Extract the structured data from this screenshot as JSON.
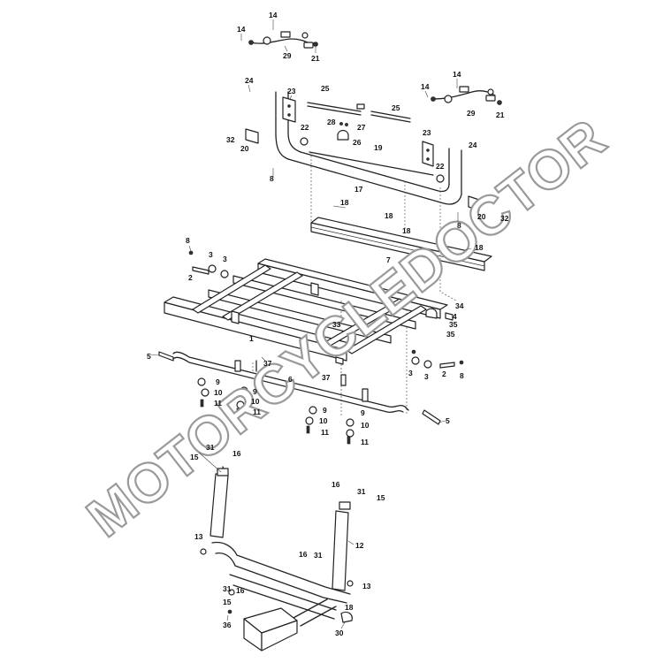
{
  "watermark": {
    "text": "MOTORCYCLEDOCTOR"
  },
  "callouts": [
    {
      "id": "c1",
      "label": "14"
    },
    {
      "id": "c2",
      "label": "14"
    },
    {
      "id": "c3",
      "label": "29"
    },
    {
      "id": "c4",
      "label": "21"
    },
    {
      "id": "c5",
      "label": "14"
    },
    {
      "id": "c6",
      "label": "14"
    },
    {
      "id": "c7",
      "label": "29"
    },
    {
      "id": "c8",
      "label": "21"
    },
    {
      "id": "c9",
      "label": "24"
    },
    {
      "id": "c10",
      "label": "23"
    },
    {
      "id": "c11",
      "label": "25"
    },
    {
      "id": "c12",
      "label": "25"
    },
    {
      "id": "c13",
      "label": "28"
    },
    {
      "id": "c14",
      "label": "27"
    },
    {
      "id": "c15",
      "label": "22"
    },
    {
      "id": "c16",
      "label": "26"
    },
    {
      "id": "c17",
      "label": "23"
    },
    {
      "id": "c18",
      "label": "24"
    },
    {
      "id": "c19",
      "label": "32"
    },
    {
      "id": "c20",
      "label": "20"
    },
    {
      "id": "c21",
      "label": "19"
    },
    {
      "id": "c22",
      "label": "22"
    },
    {
      "id": "c23",
      "label": "8"
    },
    {
      "id": "c24",
      "label": "17"
    },
    {
      "id": "c25",
      "label": "20"
    },
    {
      "id": "c26",
      "label": "32"
    },
    {
      "id": "c27",
      "label": "8"
    },
    {
      "id": "c28",
      "label": "18"
    },
    {
      "id": "c29",
      "label": "18"
    },
    {
      "id": "c30",
      "label": "18"
    },
    {
      "id": "c31",
      "label": "18"
    },
    {
      "id": "c32",
      "label": "7"
    },
    {
      "id": "c33",
      "label": "8"
    },
    {
      "id": "c34",
      "label": "3"
    },
    {
      "id": "c35",
      "label": "3"
    },
    {
      "id": "c36",
      "label": "2"
    },
    {
      "id": "c37",
      "label": "34"
    },
    {
      "id": "c38",
      "label": "4"
    },
    {
      "id": "c39",
      "label": "35"
    },
    {
      "id": "c40",
      "label": "35"
    },
    {
      "id": "c41",
      "label": "33"
    },
    {
      "id": "c42",
      "label": "1"
    },
    {
      "id": "c43",
      "label": "5"
    },
    {
      "id": "c44",
      "label": "37"
    },
    {
      "id": "c45",
      "label": "3"
    },
    {
      "id": "c46",
      "label": "3"
    },
    {
      "id": "c47",
      "label": "2"
    },
    {
      "id": "c48",
      "label": "8"
    },
    {
      "id": "c49",
      "label": "6"
    },
    {
      "id": "c50",
      "label": "37"
    },
    {
      "id": "c51",
      "label": "9"
    },
    {
      "id": "c52",
      "label": "10"
    },
    {
      "id": "c53",
      "label": "11"
    },
    {
      "id": "c54",
      "label": "9"
    },
    {
      "id": "c55",
      "label": "10"
    },
    {
      "id": "c56",
      "label": "11"
    },
    {
      "id": "c57",
      "label": "9"
    },
    {
      "id": "c58",
      "label": "10"
    },
    {
      "id": "c59",
      "label": "11"
    },
    {
      "id": "c60",
      "label": "9"
    },
    {
      "id": "c61",
      "label": "10"
    },
    {
      "id": "c62",
      "label": "11"
    },
    {
      "id": "c63",
      "label": "5"
    },
    {
      "id": "c64",
      "label": "15"
    },
    {
      "id": "c65",
      "label": "31"
    },
    {
      "id": "c66",
      "label": "16"
    },
    {
      "id": "c67",
      "label": "16"
    },
    {
      "id": "c68",
      "label": "31"
    },
    {
      "id": "c69",
      "label": "15"
    },
    {
      "id": "c70",
      "label": "13"
    },
    {
      "id": "c71",
      "label": "12"
    },
    {
      "id": "c72",
      "label": "16"
    },
    {
      "id": "c73",
      "label": "31"
    },
    {
      "id": "c74",
      "label": "31"
    },
    {
      "id": "c75",
      "label": "16"
    },
    {
      "id": "c76",
      "label": "13"
    },
    {
      "id": "c77",
      "label": "15"
    },
    {
      "id": "c78",
      "label": "18"
    },
    {
      "id": "c79",
      "label": "36"
    },
    {
      "id": "c80",
      "label": "30"
    }
  ]
}
